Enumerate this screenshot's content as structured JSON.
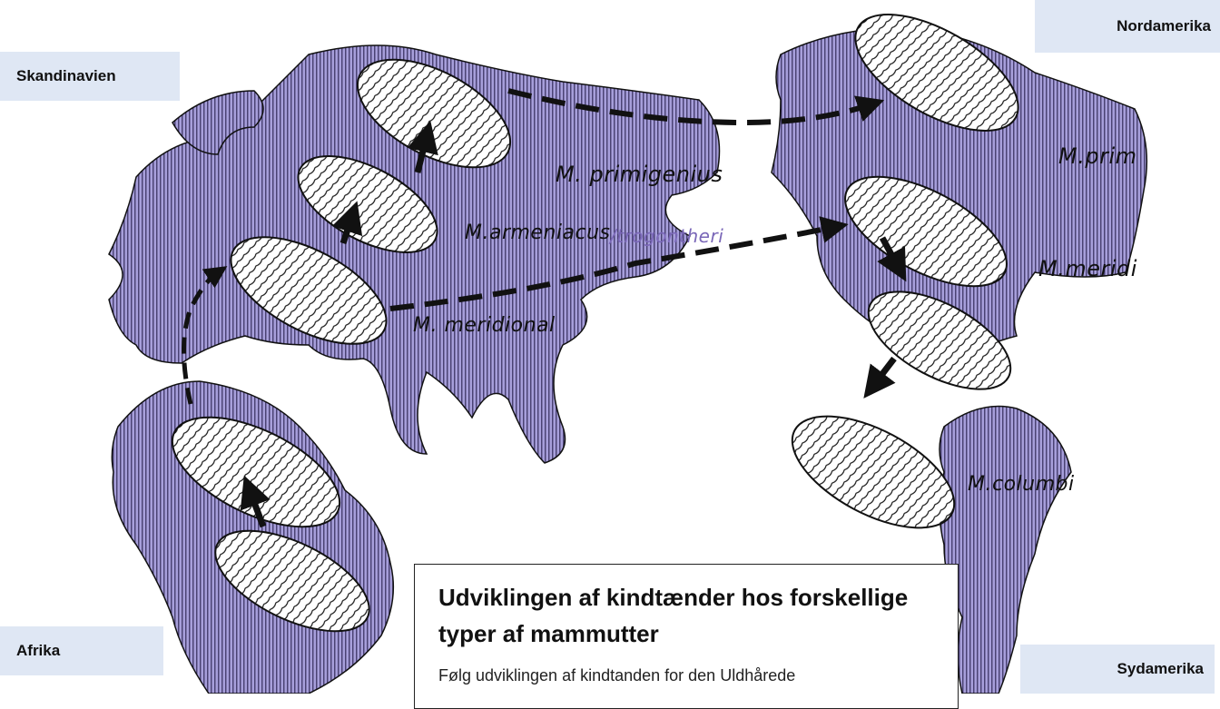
{
  "regions": {
    "skandinavien": "Skandinavien",
    "nordamerika": "Nordamerika",
    "afrika": "Afrika",
    "sydamerika": "Sydamerika"
  },
  "species": {
    "primigenius": "M. primigenius",
    "armeniacus": "M.armeniacus",
    "trogontherii": "/trogontheri",
    "meridional": "M. meridional",
    "prim": "M.prim",
    "meridi": "M.meridi",
    "columbi": "M.columbi"
  },
  "info": {
    "title": "Udviklingen af kindtænder hos forskellige typer af mammutter",
    "body": "Følg udviklingen af kindtanden for den Uldhårede"
  },
  "colors": {
    "land": "#9a91d2",
    "label_bg": "#dfe7f4",
    "tooth": "#ffffff",
    "outline": "#111111"
  }
}
